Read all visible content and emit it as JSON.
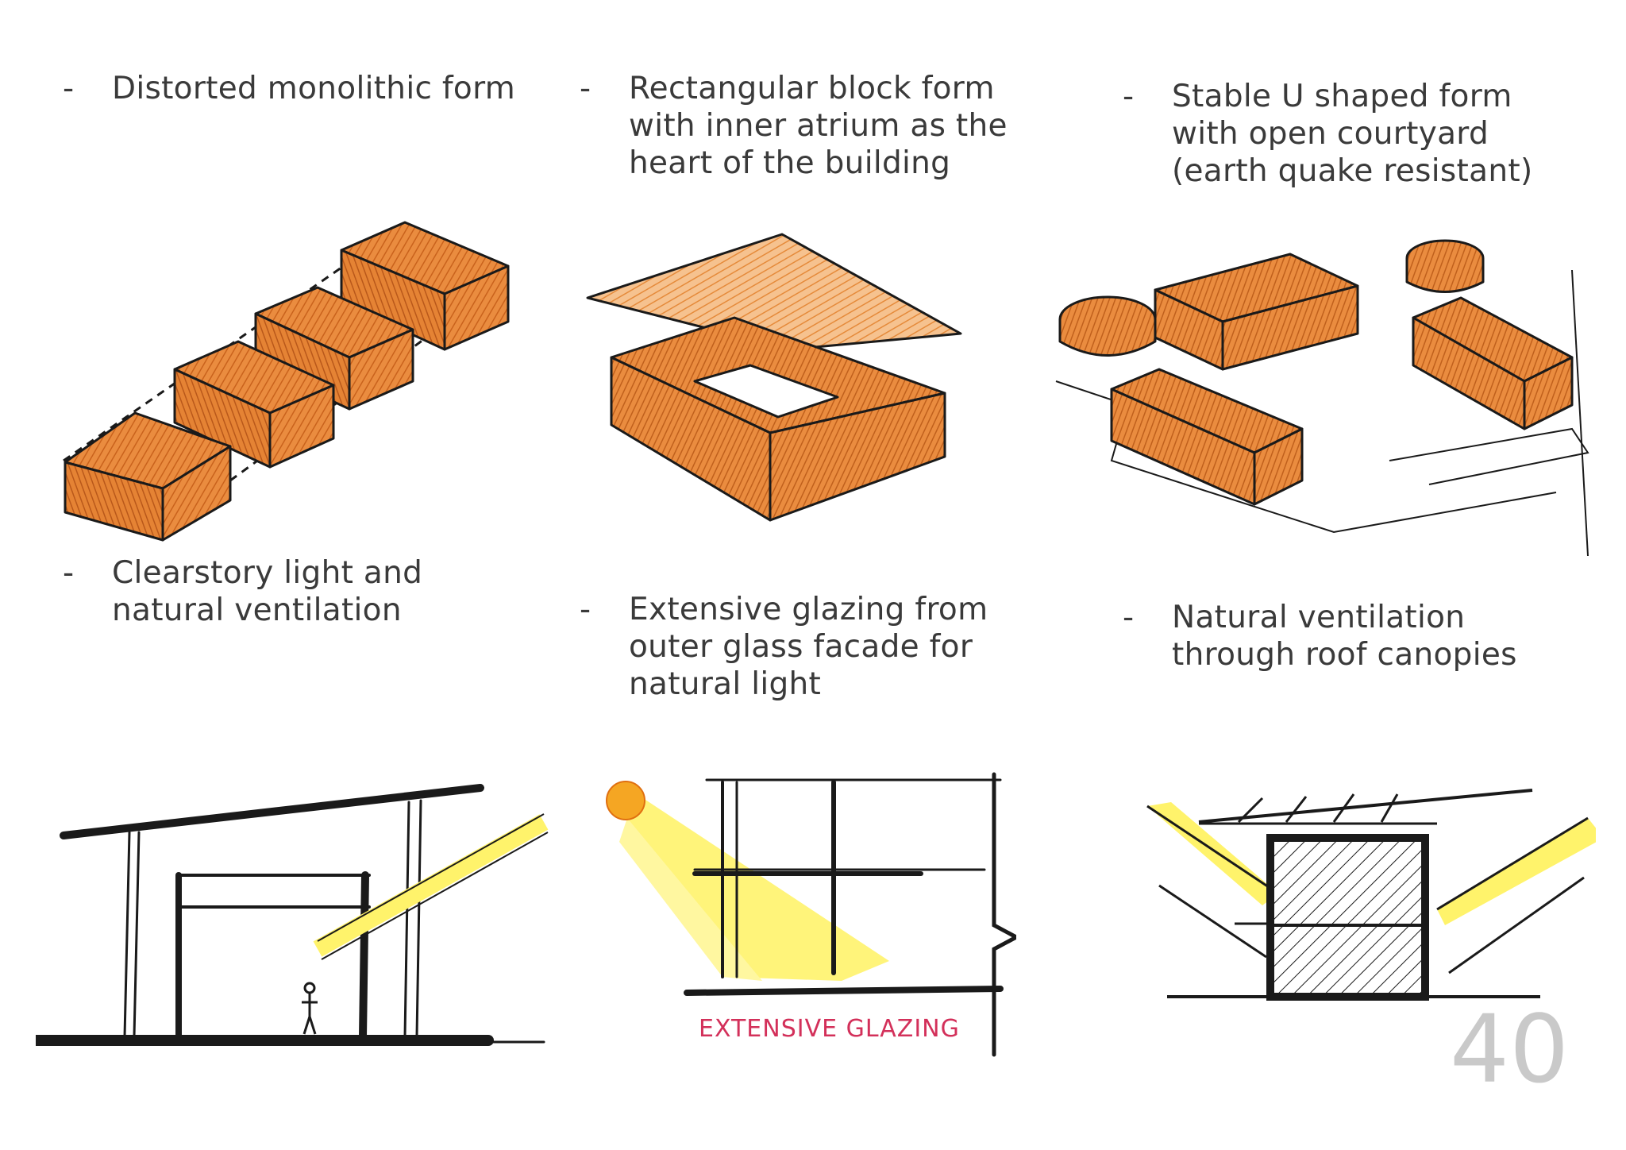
{
  "captions": {
    "c1": {
      "dash": "-",
      "lines": [
        "Distorted monolithic form"
      ]
    },
    "c2": {
      "dash": "-",
      "lines": [
        "Rectangular block form",
        "with inner atrium as the",
        "heart of the building"
      ]
    },
    "c3": {
      "dash": "-",
      "lines": [
        "Stable U shaped form",
        "with open courtyard",
        "(earth quake resistant)"
      ]
    },
    "c4": {
      "dash": "-",
      "lines": [
        "Clearstory light and",
        "natural ventilation"
      ]
    },
    "c5": {
      "dash": "-",
      "lines": [
        "Extensive glazing from",
        "outer glass facade for",
        "natural light"
      ]
    },
    "c6": {
      "dash": "-",
      "lines": [
        "Natural ventilation",
        "through roof canopies"
      ]
    }
  },
  "sketch_label": "EXTENSIVE GLAZING",
  "page_number": "40",
  "colors": {
    "orange": "#e98a3c",
    "orange_dark": "#c96a22",
    "sun": "#f5a623",
    "yellow": "#fff36b",
    "ink": "#1a1a1a",
    "label_red": "#d3305a",
    "pagenum": "#c9c9c9"
  }
}
